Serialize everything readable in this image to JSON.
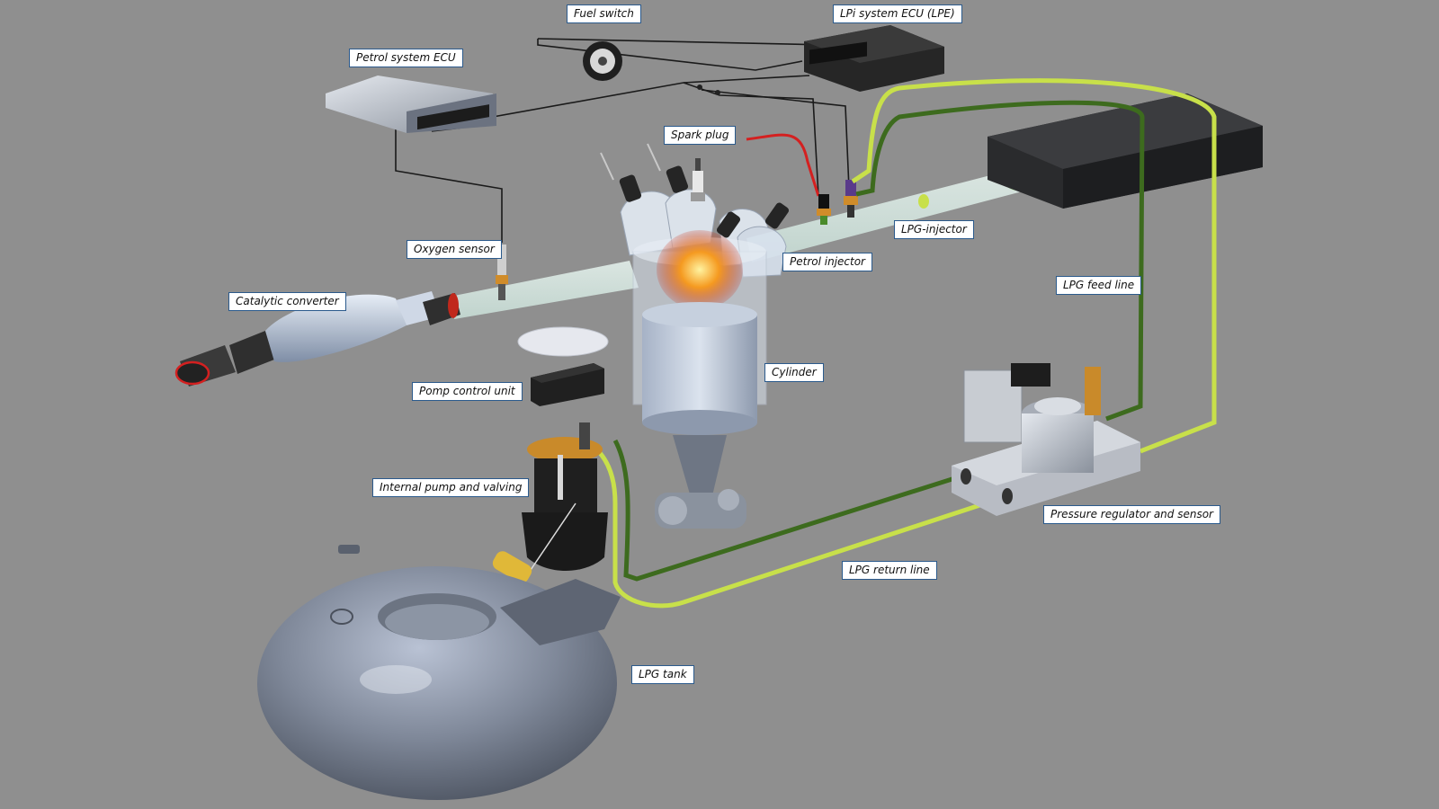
{
  "labels": {
    "fuel_switch": "Fuel switch",
    "lpi_ecu": "LPi system ECU (LPE)",
    "petrol_ecu": "Petrol system ECU",
    "spark_plug": "Spark plug",
    "lpg_injector": "LPG-injector",
    "oxygen_sensor": "Oxygen sensor",
    "petrol_injector": "Petrol injector",
    "catalytic_converter": "Catalytic converter",
    "lpg_feed_line": "LPG feed line",
    "cylinder": "Cylinder",
    "pomp_control_unit": "Pomp control unit",
    "internal_pump": "Internal pump and valving",
    "pressure_regulator": "Pressure regulator and sensor",
    "lpg_return_line": "LPG return line",
    "lpg_tank": "LPG tank"
  },
  "colors": {
    "background": "#8f8f8f",
    "lpg_feed": "#c8e04a",
    "lpg_return": "#3d6b1e",
    "label_border": "#2b5a8c",
    "wire": "#1a1a1a",
    "hot_wire": "#d42020"
  }
}
